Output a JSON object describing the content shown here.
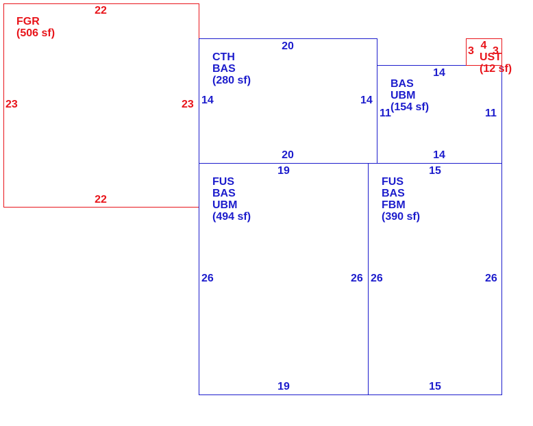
{
  "colors": {
    "garage": "#e8141a",
    "living": "#1c1ccc"
  },
  "areas": {
    "fgr": {
      "code1": "FGR",
      "size": "(506 sf)",
      "top": "22",
      "bottom": "22",
      "left": "23",
      "right": "23"
    },
    "cth": {
      "code1": "CTH",
      "code2": "BAS",
      "size": "(280 sf)",
      "top": "20",
      "bottom": "20",
      "left": "14",
      "right": "14"
    },
    "bas_ubm": {
      "code1": "BAS",
      "code2": "UBM",
      "size": "(154 sf)",
      "top": "14",
      "bottom": "14",
      "left": "11",
      "right": "11"
    },
    "ust": {
      "code1": "UST",
      "size": "(12 sf)",
      "top": "4",
      "left": "3",
      "right": "3"
    },
    "fus_ubm": {
      "code1": "FUS",
      "code2": "BAS",
      "code3": "UBM",
      "size": "(494 sf)",
      "top": "19",
      "bottom": "19",
      "left": "26",
      "right": "26"
    },
    "fus_fbm": {
      "code1": "FUS",
      "code2": "BAS",
      "code3": "FBM",
      "size": "(390 sf)",
      "top": "15",
      "bottom": "15",
      "left": "26",
      "right": "26"
    }
  }
}
